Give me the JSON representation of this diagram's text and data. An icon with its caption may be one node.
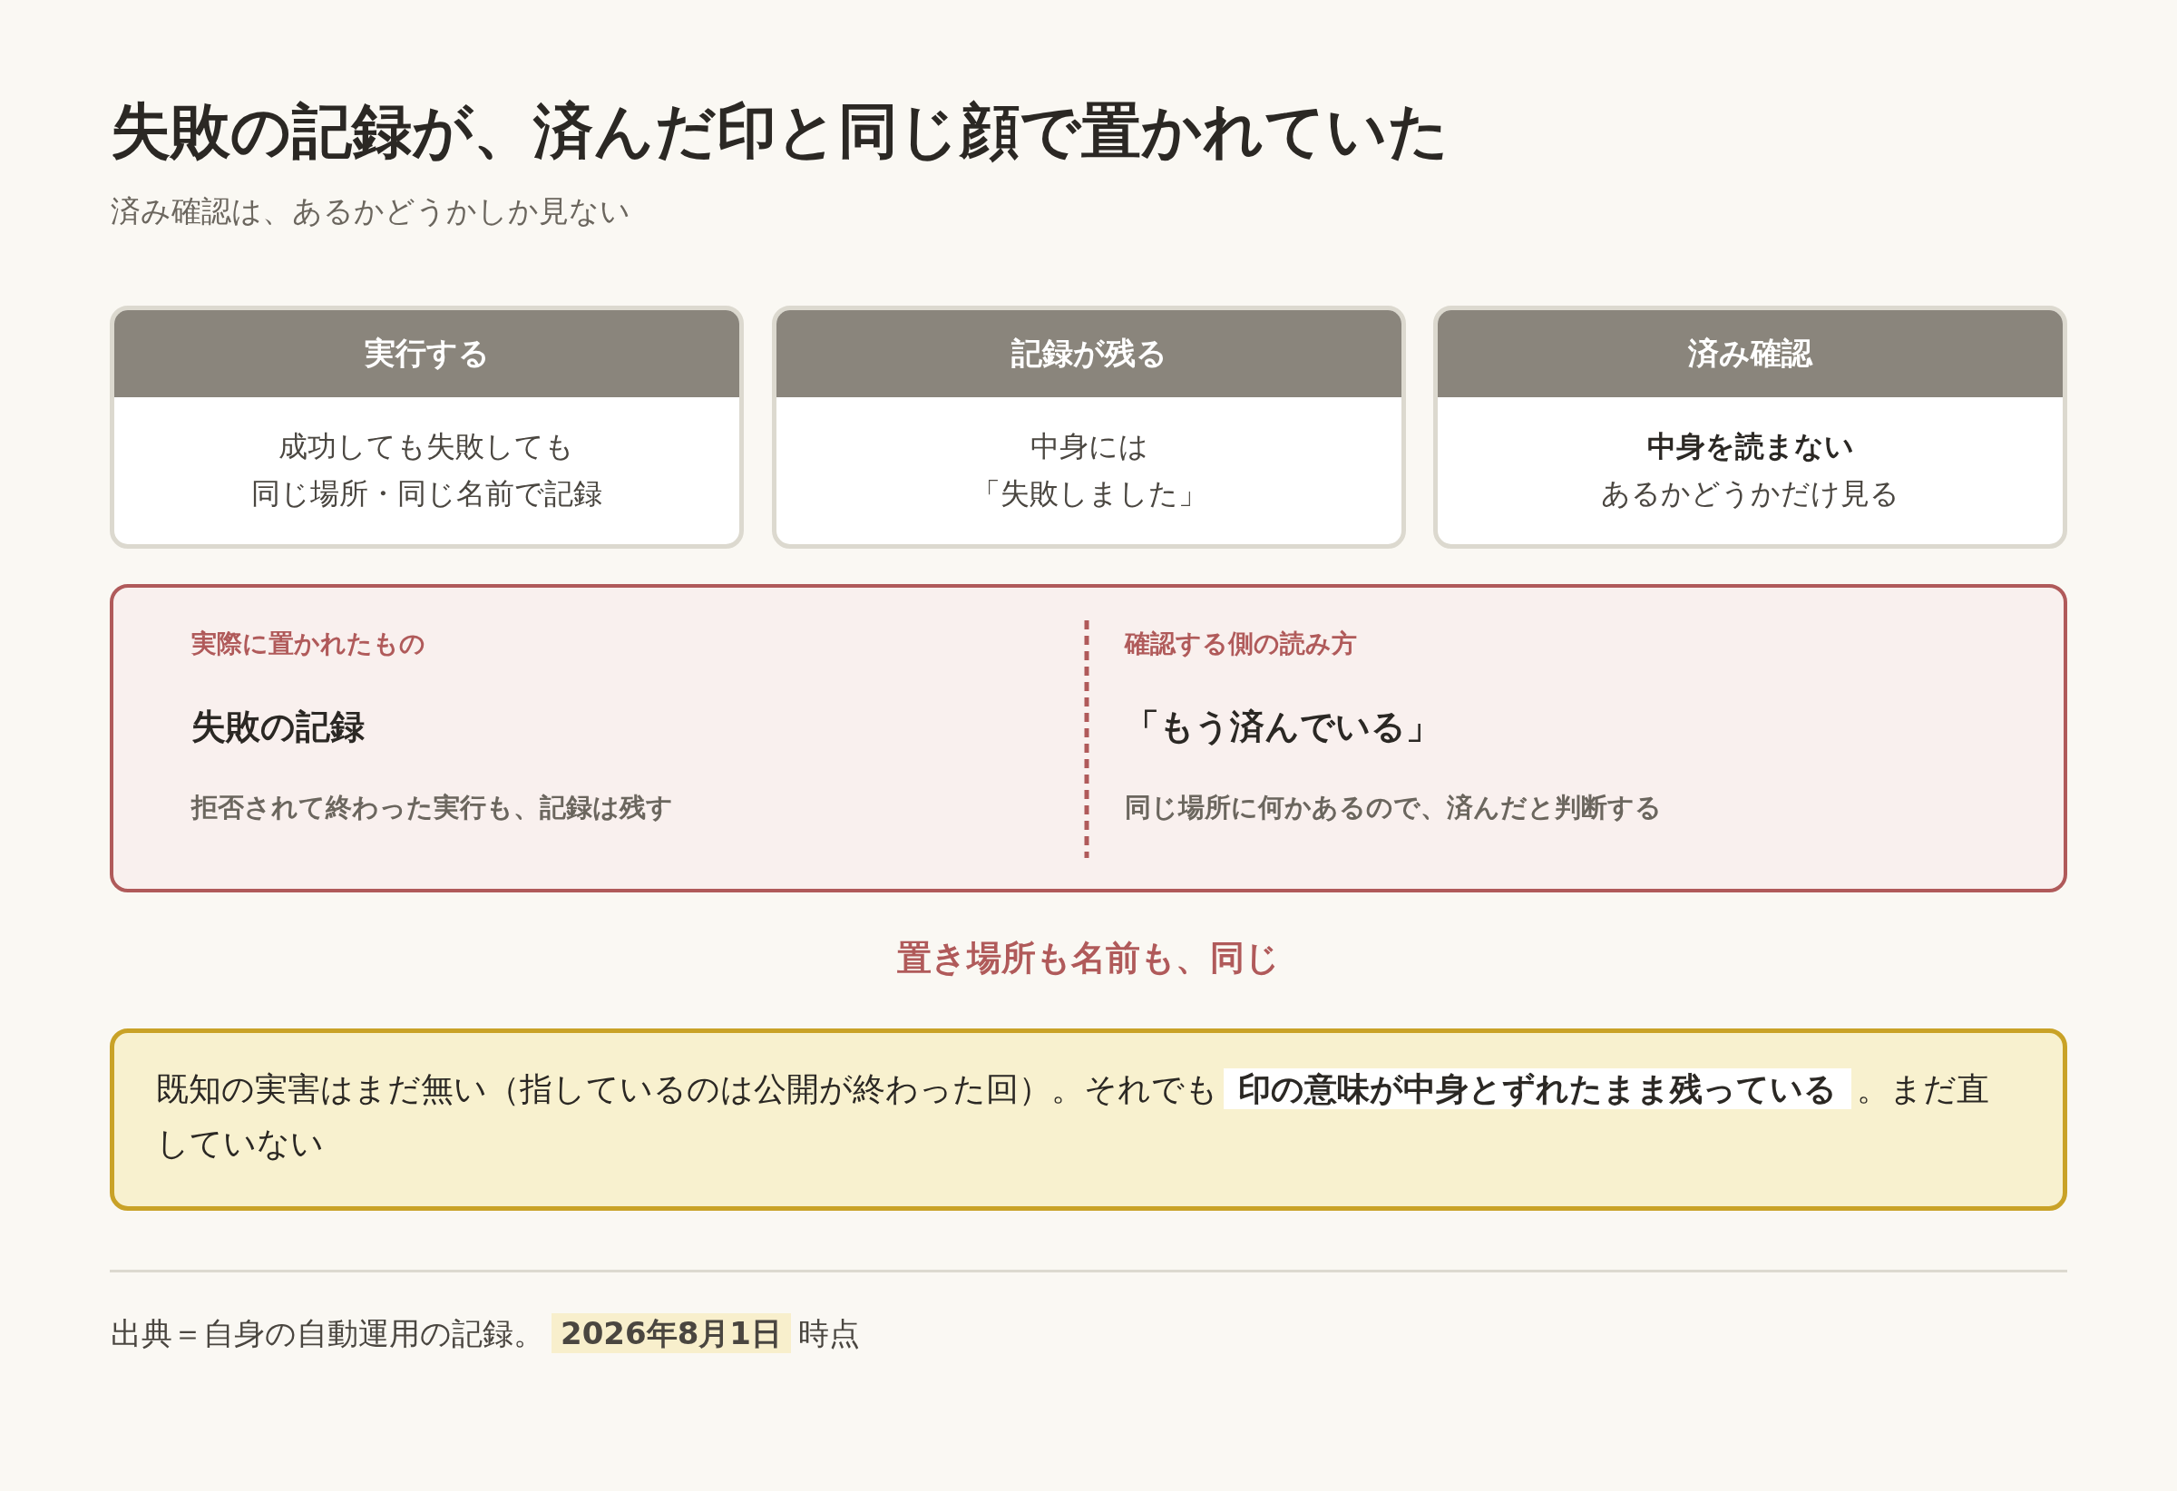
{
  "diagram": {
    "title": "失敗の記録が、済んだ印と同じ顔で置かれていた",
    "caption": "出典＝自身の自動運用の記録。**2026年8月1日**時点",
    "nodes": [
      {
        "text": [
          "実行する",
          "成功しても失敗しても同じ場所・同じ名前で記録"
        ]
      },
      {
        "text": [
          "記録が残る",
          "中身には「失敗しました」"
        ]
      },
      {
        "text": [
          "済み確認",
          "中身を読まない",
          "あるかどうかだけ見る"
        ]
      },
      {
        "text": [],
        "shape": "box"
      },
      {
        "text": [
          "実際に置かれたもの",
          "失敗の記録",
          "拒否されて終わった実行も、記録は残す"
        ],
        "in": 3
      },
      {
        "text": [
          "確認する側の読み方",
          "「もう済んでいる」",
          "同じ場所に何かあるので、済んだと判断する"
        ],
        "in": 3
      },
      {
        "text": [
          "既知の実害はまだ無い（指しているのは公開が終わった回）。それでも**印の意味が中身とずれたまま残っている**。まだ直していない"
        ]
      }
    ],
    "labels": [
      "済み確認は、あるかどうかしか見ない",
      "置き場所も名前も、同じ"
    ]
  }
}
